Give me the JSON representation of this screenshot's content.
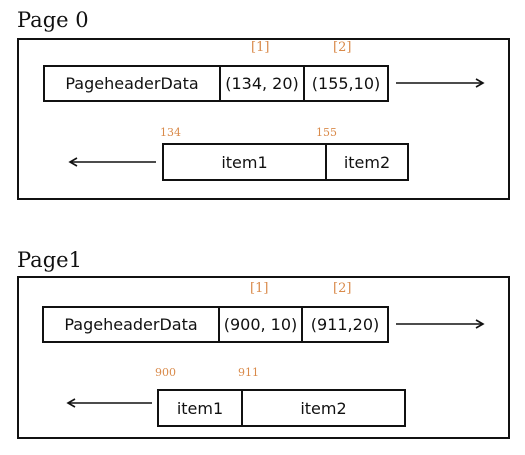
{
  "pages": [
    {
      "title": "Page 0",
      "header": {
        "label": "PageheaderData",
        "slots": [
          "(134, 20)",
          "(155,10)"
        ],
        "indices": [
          "[1]",
          "[2]"
        ]
      },
      "items": [
        "item1",
        "item2"
      ],
      "offsets": [
        "134",
        "155"
      ]
    },
    {
      "title": "Page1",
      "header": {
        "label": "PageheaderData",
        "slots": [
          "(900, 10)",
          "(911,20)"
        ],
        "indices": [
          "[1]",
          "[2]"
        ]
      },
      "items": [
        "item1",
        "item2"
      ],
      "offsets": [
        "900",
        "911"
      ]
    }
  ],
  "colors": {
    "annotation": "#d98a4a",
    "stroke": "#111111"
  }
}
